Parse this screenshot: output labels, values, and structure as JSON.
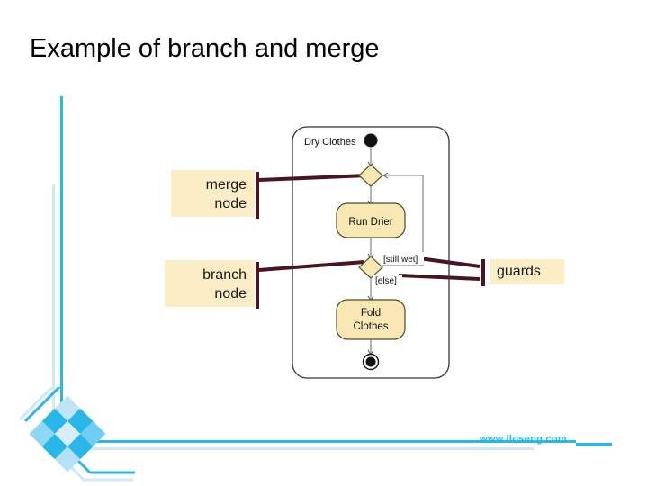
{
  "slide": {
    "title": "Example of branch and merge",
    "background_color": "#ffffff"
  },
  "theme": {
    "accent_cyan": "#29b6e8",
    "accent_pale_cyan": "#cfe9f5",
    "callout_fill": "#fbeec6",
    "leader_line": "#4a1420",
    "node_fill": "#fae8b4",
    "node_stroke": "#3a3a3a",
    "text_color": "#000000"
  },
  "callouts": [
    {
      "id": "merge",
      "label": "merge\nnode",
      "points_to": "merge-node"
    },
    {
      "id": "branch",
      "label": "branch\nnode",
      "points_to": "branch-node"
    },
    {
      "id": "guards",
      "label": "guards",
      "points_to": "guard-labels"
    }
  ],
  "diagram": {
    "frame_label": "Dry Clothes",
    "type": "uml-activity-diagram",
    "nodes": [
      {
        "id": "initial",
        "kind": "initial-node",
        "label": ""
      },
      {
        "id": "merge-node",
        "kind": "merge-diamond",
        "label": ""
      },
      {
        "id": "run-drier",
        "kind": "action",
        "label": "Run Drier"
      },
      {
        "id": "branch-node",
        "kind": "decision-diamond",
        "label": ""
      },
      {
        "id": "fold-clothes",
        "kind": "action",
        "label": "Fold\nClothes"
      },
      {
        "id": "final",
        "kind": "final-node",
        "label": ""
      }
    ],
    "edges": [
      {
        "from": "initial",
        "to": "merge-node",
        "guard": ""
      },
      {
        "from": "merge-node",
        "to": "run-drier",
        "guard": ""
      },
      {
        "from": "run-drier",
        "to": "branch-node",
        "guard": ""
      },
      {
        "from": "branch-node",
        "to": "merge-node",
        "guard": "[still wet]"
      },
      {
        "from": "branch-node",
        "to": "fold-clothes",
        "guard": "[else]"
      },
      {
        "from": "fold-clothes",
        "to": "final",
        "guard": ""
      }
    ],
    "guards": {
      "still_wet": "[still wet]",
      "else": "[else]"
    },
    "actions": {
      "run_drier": "Run Drier",
      "fold_clothes_line1": "Fold",
      "fold_clothes_line2": "Clothes"
    }
  },
  "footer": {
    "url": "www.lloseng.com"
  }
}
